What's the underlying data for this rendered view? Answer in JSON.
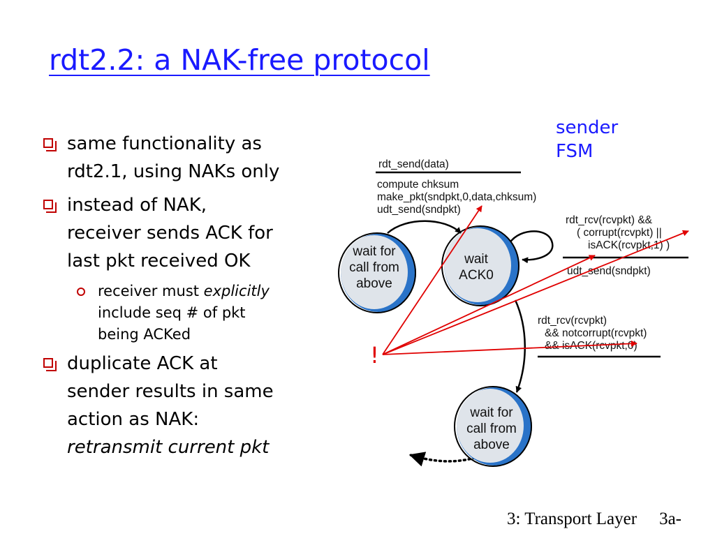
{
  "slide": {
    "title": "rdt2.2: a NAK-free protocol",
    "footer_left": "3: Transport Layer",
    "footer_right": "3a-"
  },
  "bullets": {
    "b1": {
      "l1": "same functionality as",
      "l2": "rdt2.1, using NAKs only"
    },
    "b2": {
      "l1": "instead of NAK,",
      "l2": "receiver sends ACK for",
      "l3": "last pkt received OK"
    },
    "b2_sub": {
      "l1a": "receiver must ",
      "l1b": "explicitly",
      "l2": "include seq # of pkt",
      "l3": "being ACKed"
    },
    "b3": {
      "l1": "duplicate ACK at",
      "l2": "sender results in same",
      "l3": "action as NAK:",
      "l4": "retransmit current pkt"
    }
  },
  "diagram": {
    "sender_label": {
      "l1": "sender",
      "l2": "FSM"
    },
    "states": {
      "s1": {
        "l1": "wait for",
        "l2": "call from",
        "l3": "above"
      },
      "s2": {
        "l1": "wait",
        "l2": "ACK0"
      },
      "s3": {
        "l1": "wait for",
        "l2": "call from",
        "l3": "above"
      }
    },
    "t1": {
      "event": "rdt_send(data)",
      "a1": "compute chksum",
      "a2": "make_pkt(sndpkt,0,data,chksum)",
      "a3": "udt_send(sndpkt)"
    },
    "t2": {
      "e1": "rdt_rcv(rcvpkt) &&",
      "e2": "( corrupt(rcvpkt) ||",
      "e3": "isACK(rcvpkt,1)  )",
      "action": "udt_send(sndpkt)"
    },
    "t3": {
      "e1": "rdt_rcv(rcvpkt)",
      "e2": "&& notcorrupt(rcvpkt)",
      "e3": "&& isACK(rcvpkt,0)"
    },
    "exclaim": "!",
    "colors": {
      "arrow": "#e00000",
      "state_fill": "#dfe4ea",
      "state_rim": "#2a73c8",
      "title": "#1a1aff"
    }
  }
}
